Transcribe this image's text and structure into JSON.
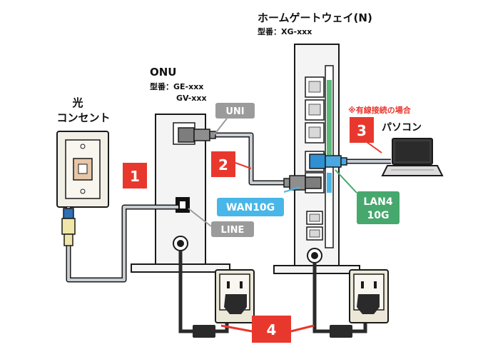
{
  "gateway": {
    "title": "ホームゲートウェイ(N)",
    "model": "型番：XG-xxx"
  },
  "onu": {
    "title": "ONU",
    "model_line1": "型番：GE-xxx",
    "model_line2": "GV-xxx"
  },
  "outlet": {
    "line1": "光",
    "line2": "コンセント"
  },
  "labels": {
    "uni": "UNI",
    "line": "LINE",
    "wan": "WAN10G",
    "lan4_line1": "LAN4",
    "lan4_line2": "10G",
    "wired_note": "※有線接続の場合",
    "pc": "パソコン"
  },
  "steps": [
    "1",
    "2",
    "3",
    "4"
  ],
  "colors": {
    "step_red": "#e8382d",
    "label_gray": "#9b9b9b",
    "wan_blue": "#49b6e8",
    "lan_green": "#46a86d",
    "port_blue": "#2f8fd0",
    "outline": "#1a1a1a"
  },
  "icons": [
    "computer-icon",
    "power-outlet-icon",
    "power-plug-icon",
    "fiber-connector-icon"
  ]
}
